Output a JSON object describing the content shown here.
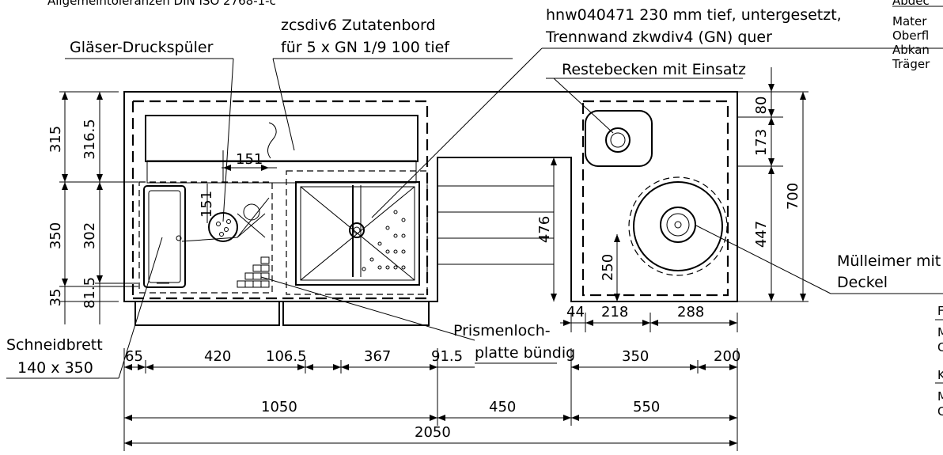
{
  "header": {
    "norm": "Allgemeintoleranzen DIN ISO 2768-1-c"
  },
  "labels": {
    "zutatenbord_line1": "zcsdiv6 Zutatenbord",
    "zutatenbord_line2": "für 5 x GN 1/9 100 tief",
    "hnw_line1": "hnw040471 230 mm tief, untergesetzt,",
    "hnw_line2": "Trennwand zkwdiv4 (GN) quer",
    "glaeser": "Gläser-Druckspüler",
    "restebecken": "Restebecken mit Einsatz",
    "muelleimer_line1": "Mülleimer mit",
    "muelleimer_line2": "Deckel",
    "schneidbrett_line1": "Schneidbrett",
    "schneidbrett_line2": "140 x 350",
    "prismen_line1": "Prismenloch-",
    "prismen_line2": "platte bündig"
  },
  "right_notes": {
    "lines": [
      "Abdec",
      "Mater",
      "Oberfl",
      "Abkan",
      "Träger"
    ],
    "lower": [
      "F",
      "M",
      "C",
      "K",
      "M",
      "C"
    ]
  },
  "dimensions": {
    "left_outer": [
      "315",
      "350",
      "35"
    ],
    "left_inner": [
      "316.5",
      "302",
      "81.5"
    ],
    "inner_151_h": "151",
    "inner_151_v": "151",
    "depth_476": "476",
    "depth_250": "250",
    "right_inner": [
      "80",
      "173",
      "447"
    ],
    "right_outer": "700",
    "top_right_row": [
      "44",
      "218",
      "288"
    ],
    "bottom_row1": [
      "65",
      "420",
      "106.5",
      "367",
      "91.5"
    ],
    "bottom_row1_right": [
      "350",
      "200"
    ],
    "bottom_row2": [
      "1050",
      "450",
      "550"
    ],
    "overall": "2050"
  }
}
